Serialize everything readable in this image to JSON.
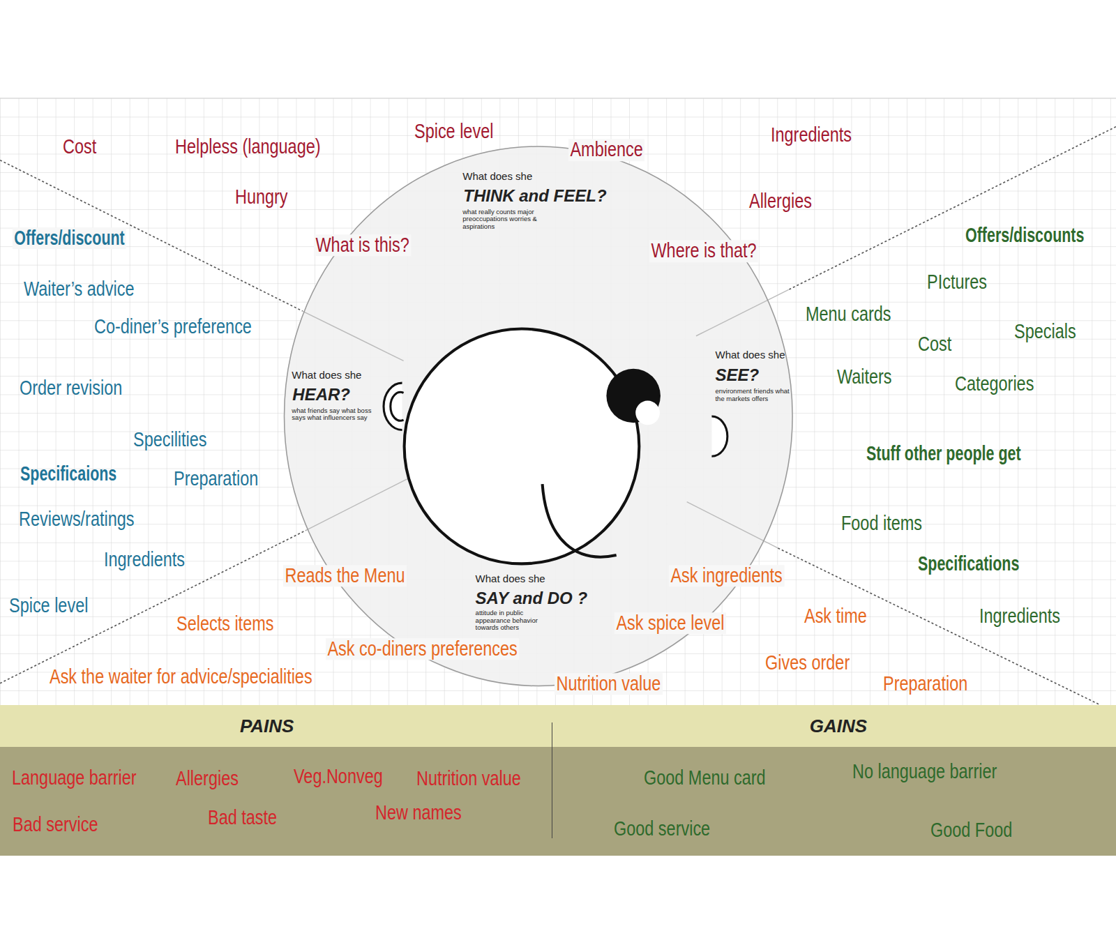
{
  "diagram": {
    "nodes": [
      {
        "text": [
          "What does she",
          "THINK and FEEL?",
          "what really counts major preoccupations worries & aspirations",
          "What does she",
          "HEAR?",
          "what friends say what boss says what influencers say",
          "What does she",
          "SEE?",
          "environment friends what the markets offers",
          "What does she",
          "SAY and DO ?",
          "attitude in public appearance behavior towards others"
        ]
      },
      {
        "text": [
          "PAINS",
          "GAINS"
        ]
      },
      {
        "text": [
          "Language barrier",
          "Allergies",
          "Veg.Nonveg",
          "Nutrition value",
          "Bad service",
          "Bad taste",
          "New names",
          "Good Menu card",
          "No language barrier",
          "Good service",
          "Good Food"
        ]
      }
    ],
    "labels": [
      "Cost",
      "Helpless (language)",
      "Spice level",
      "Ambience",
      "Ingredients",
      "Hungry",
      "Allergies",
      "What is this?",
      "Where is that?",
      "Offers/discount",
      "Waiter’s advice",
      "Co-diner’s preference",
      "Order revision",
      "Specilities",
      "Specificaions",
      "Preparation",
      "Reviews/ratings",
      "Ingredients",
      "Spice level",
      "Offers/discounts",
      "PIctures",
      "Menu cards",
      "Specials",
      "Cost",
      "Waiters",
      "Categories",
      "Stuff other people get",
      "Food items",
      "Specifications",
      "Ingredients",
      "Reads the Menu",
      "Ask ingredients",
      "Selects items",
      "Ask spice level",
      "Ask time",
      "Ask co-diners preferences",
      "Gives order",
      "Ask the waiter for advice/specialities",
      "Nutrition value",
      "Preparation"
    ]
  }
}
